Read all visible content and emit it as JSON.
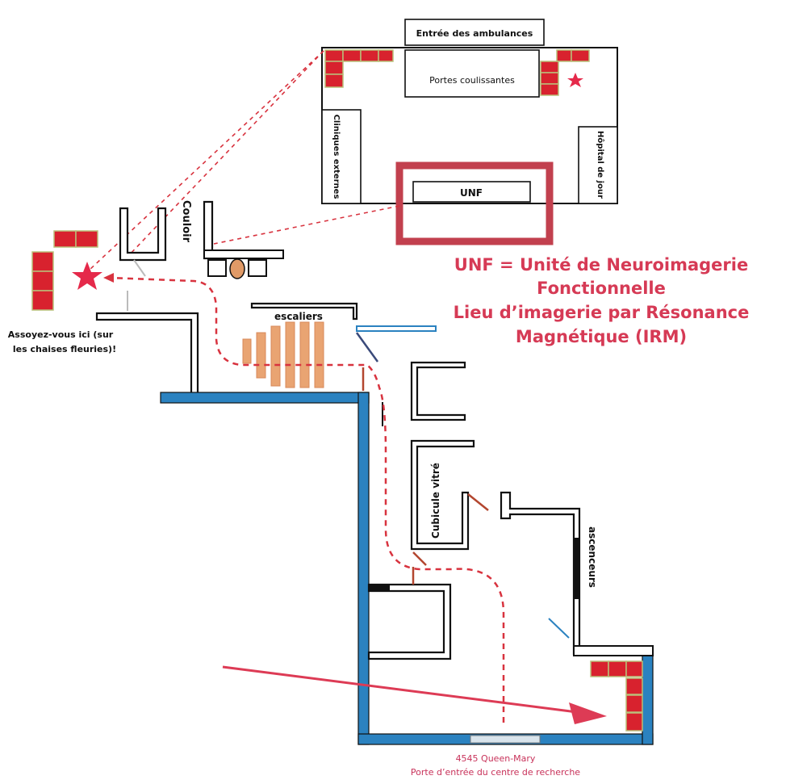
{
  "inset": {
    "ambulance_entrance": "Entrée des ambulances",
    "sliding_doors": "Portes coulissantes",
    "external_clinics": "Cliniques externes",
    "day_hospital": "Hôpital de jour",
    "unf": "UNF"
  },
  "legend": {
    "line1": "UNF = Unité de Neuroimagerie",
    "line2": "Fonctionnelle",
    "line3": "Lieu d’imagerie par Résonance",
    "line4": "Magnétique (IRM)"
  },
  "labels": {
    "corridor": "Couloir",
    "stairs": "escaliers",
    "sit_here_1": "Assoyez-vous ici (sur",
    "sit_here_2": "les chaises fleuries)!",
    "glass_cubicle": "Cubicule vitré",
    "elevators": "ascenceurs"
  },
  "address": {
    "line1": "4545 Queen-Mary",
    "line2": "Porte d’entrée du centre de recherche"
  },
  "colors": {
    "accent_red": "#d8333f",
    "legend_text": "#d63a55",
    "wall_blue": "#2b82c0",
    "chair_red": "#d8222e",
    "stairs_orange": "#e9a472"
  },
  "icons": {
    "destination": "star-icon",
    "entrance": "arrow-icon"
  }
}
